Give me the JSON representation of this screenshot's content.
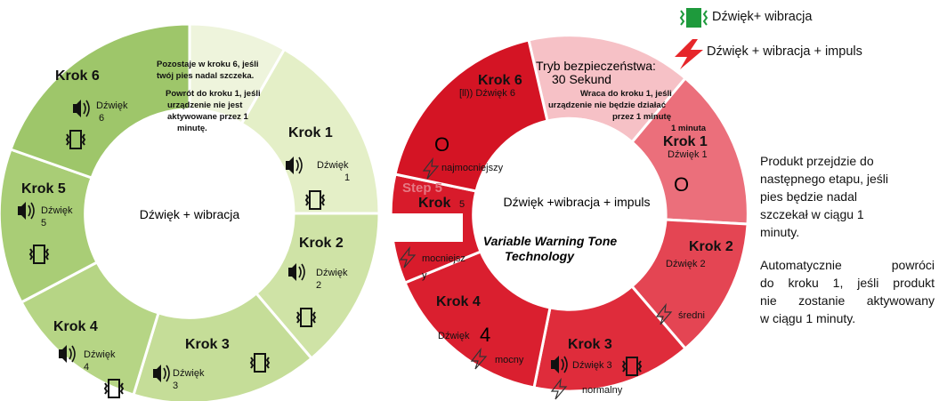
{
  "legend": {
    "vibration_label": "Dźwięk+ wibracja",
    "shock_label": "Dźwięk + wibracja + impuls"
  },
  "left_ring": {
    "center": "Dźwięk + wibracja",
    "note_line1": "Pozostaje w kroku 6, jeśli",
    "note_line2": "twój pies nadal szczeka.",
    "note_line3": "Powrót do kroku 1, jeśli",
    "note_line4": "urządzenie nie jest",
    "note_line5": "aktywowane przez 1",
    "note_line6": "minutę.",
    "steps": [
      {
        "title": "Krok 1",
        "sound": "Dźwięk",
        "num": "1"
      },
      {
        "title": "Krok 2",
        "sound": "Dźwięk",
        "num": "2"
      },
      {
        "title": "Krok 3",
        "sound": "Dźwięk",
        "num": "3"
      },
      {
        "title": "Krok 4",
        "sound": "Dźwięk",
        "num": "4"
      },
      {
        "title": "Krok 5",
        "sound": "Dźwięk",
        "num": "5"
      },
      {
        "title": "Krok 6",
        "sound": "Dźwięk",
        "num": "6"
      }
    ]
  },
  "right_ring": {
    "center": "Dźwięk +wibracja + impuls",
    "tech_line1": "Variable Warning Tone",
    "tech_line2": "Technology",
    "safe_mode": "Tryb bezpieczeństwa:",
    "safe_time": "30 Sekund",
    "return_line1": "Wraca do kroku 1, jeśli",
    "return_line2": "urządzenie nie będzie działać",
    "return_line3": "przez 1 minutę",
    "minute": "1 minuta",
    "step1": {
      "title": "Krok 1",
      "sound": "Dźwięk 1",
      "mark": "O"
    },
    "step2": {
      "title": "Krok 2",
      "sound": "Dźwięk 2",
      "level": "średni"
    },
    "step3": {
      "title": "Krok 3",
      "sound": "Dźwięk 3",
      "level": "normalny"
    },
    "step4": {
      "title": "Krok 4",
      "sound": "Dźwięk",
      "num": "4",
      "level": "mocny"
    },
    "step5": {
      "title": "Krok",
      "num": "5",
      "ghost": "Step 5",
      "level1": "mocniejsz",
      "level2": "y"
    },
    "step6": {
      "title": "Krok 6",
      "sound": "[ll)) Dźwięk 6",
      "mark": "O",
      "level": "najmocniejszy"
    }
  },
  "description": {
    "para1_line1": "Produkt przejdzie do",
    "para1_line2": "następnego etapu, jeśli",
    "para1_line3": "pies będzie nadal",
    "para1_line4": "szczekał w ciągu 1",
    "para1_line5": "minuty.",
    "para2_line1": "Automatycznie powróci",
    "para2_line2": "do kroku 1, jeśli produkt",
    "para2_line3": "nie zostanie aktywowany",
    "para2_line4": "w ciągu 1 minuty."
  },
  "colors": {
    "green_light": "#e4efc7",
    "green_mid": "#c5dd98",
    "green_dark": "#9ec66a",
    "note_bg": "#eef4dc",
    "red_light": "#f6c1c6",
    "red_mid": "#e8525e",
    "red_dark": "#d41424",
    "vib_icon": "#1e9a3c",
    "shock_icon": "#e6262a"
  }
}
